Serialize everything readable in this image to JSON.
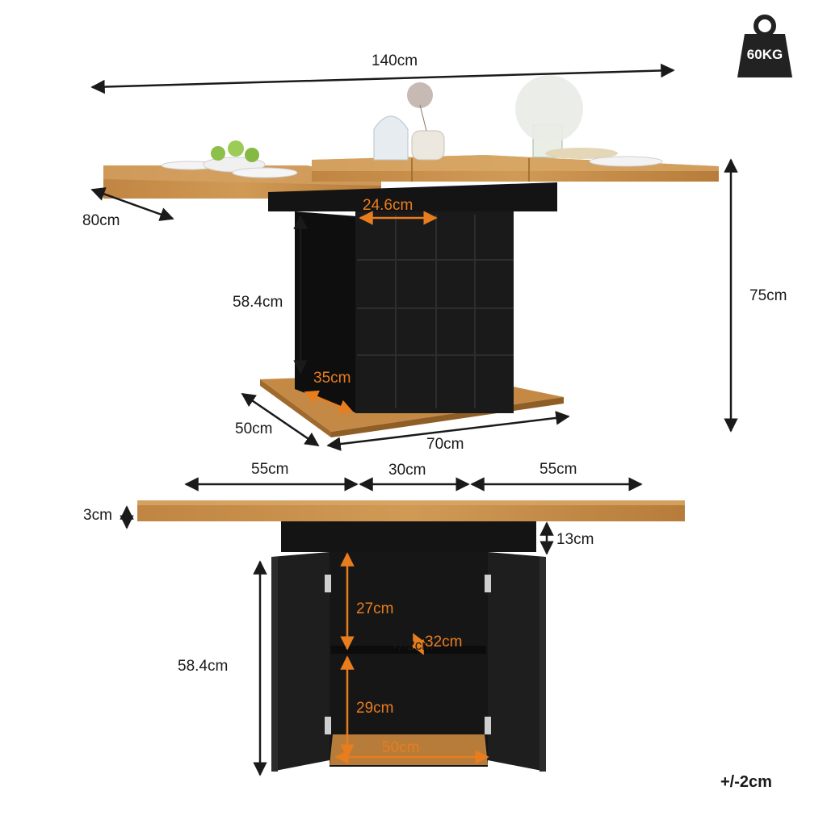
{
  "badge": {
    "weight": "60KG",
    "icon": "weight-icon"
  },
  "dimensions_top": {
    "width_extended": "140cm",
    "depth": "80cm",
    "height": "75cm",
    "pedestal_height": "58.4cm",
    "pedestal_width": "24.6cm",
    "pedestal_depth": "35cm",
    "base_depth": "50cm",
    "base_width": "70cm"
  },
  "dimensions_bottom": {
    "left_leaf": "55cm",
    "center_leaf": "30cm",
    "right_leaf": "55cm",
    "top_thickness": "3cm",
    "apron_height": "13cm",
    "cabinet_height": "58.4cm",
    "upper_shelf": "27cm",
    "shelf_depth": "32cm",
    "shelf_tolerance": "+/-2cm",
    "lower_shelf": "29cm",
    "inner_width": "50cm"
  },
  "footer": {
    "tolerance": "+/-2cm"
  },
  "colors": {
    "oak": "#c48a45",
    "oak_dark": "#a86f2f",
    "black": "#141414",
    "accent": "#e87d1e"
  }
}
